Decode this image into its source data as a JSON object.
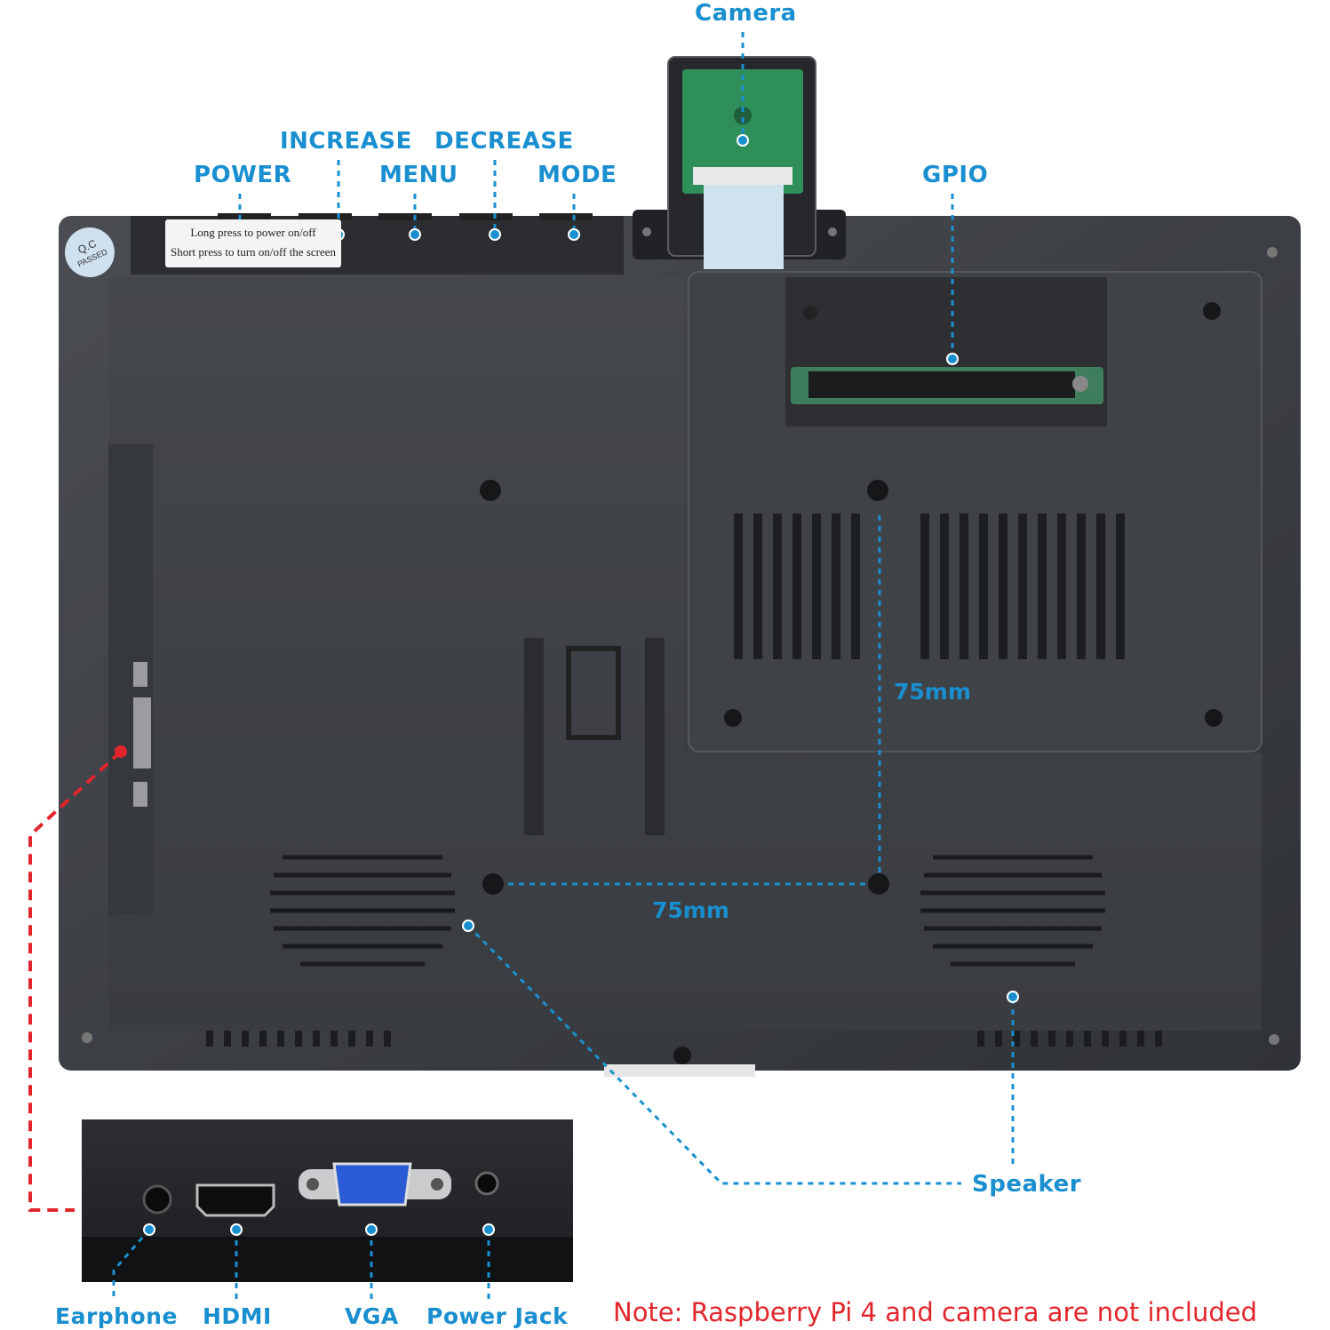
{
  "labels": {
    "camera": "Camera",
    "increase": "INCREASE",
    "decrease": "DECREASE",
    "power": "POWER",
    "menu": "MENU",
    "mode": "MODE",
    "gpio": "GPIO",
    "speaker": "Speaker",
    "earphone": "Earphone",
    "hdmi": "HDMI",
    "vga": "VGA",
    "power_jack": "Power Jack"
  },
  "dimensions": {
    "vertical": "75mm",
    "horizontal": "75mm"
  },
  "sticker": {
    "line1": "Long press to power on/off",
    "line2": "Short press to turn on/off the screen"
  },
  "qc_badge": {
    "line1": "Q.C",
    "line2": "PASSED"
  },
  "note": "Note: Raspberry Pi 4 and camera are not included",
  "colors": {
    "label_blue": "#1a8fd0",
    "note_red": "#e0262c",
    "case_dark": "#3a3d42"
  }
}
